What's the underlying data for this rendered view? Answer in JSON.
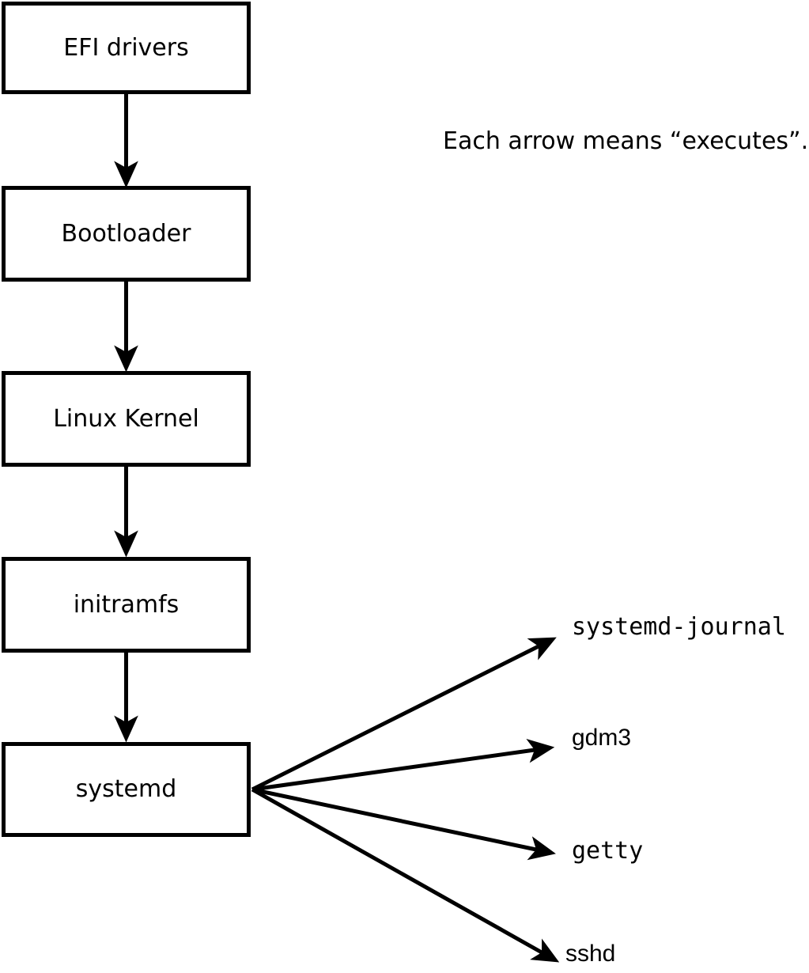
{
  "note": {
    "text": "Each arrow means “executes”."
  },
  "chain": [
    {
      "id": "efi-drivers",
      "label": "EFI drivers"
    },
    {
      "id": "bootloader",
      "label": "Bootloader"
    },
    {
      "id": "linux-kernel",
      "label": "Linux Kernel"
    },
    {
      "id": "initramfs",
      "label": "initramfs"
    },
    {
      "id": "systemd",
      "label": "systemd"
    }
  ],
  "spawned": [
    {
      "id": "systemd-journal",
      "label": "systemd-journal"
    },
    {
      "id": "gdm3",
      "label": "gdm3"
    },
    {
      "id": "getty",
      "label": "getty"
    },
    {
      "id": "sshd",
      "label": "sshd"
    }
  ],
  "colors": {
    "line": "#000000",
    "background": "#ffffff",
    "box_fill": "#ffffff",
    "text": "#000000"
  }
}
